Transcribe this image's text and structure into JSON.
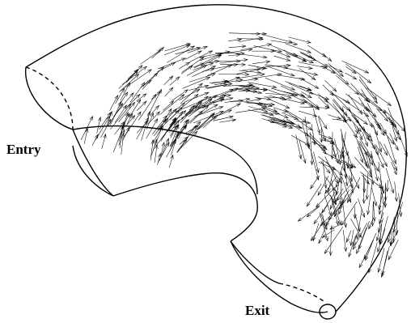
{
  "labels": {
    "entry": "Entry",
    "exit": "Exit"
  },
  "colors": {
    "outline": "#000000",
    "arrows": "#000000",
    "background": "#ffffff"
  },
  "figure": {
    "subject": "curved-pipe-velocity-field",
    "arrow_style": "open-line-arrowheads"
  }
}
